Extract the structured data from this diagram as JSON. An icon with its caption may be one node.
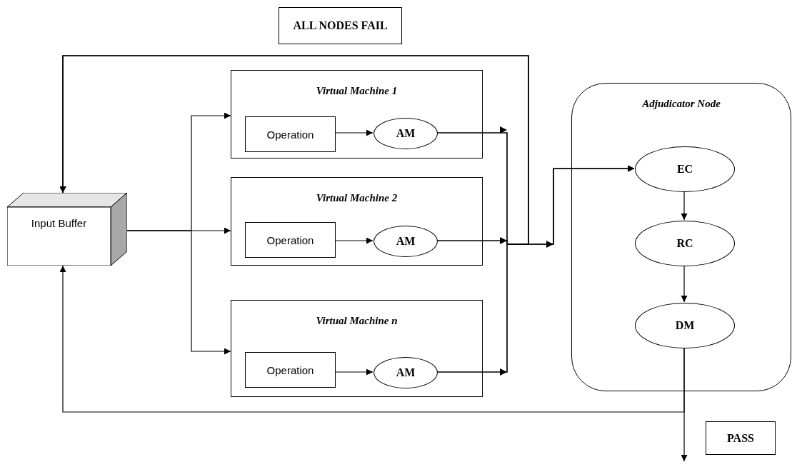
{
  "diagram": {
    "nodes": [
      {
        "text": [
          "Input Buffer"
        ]
      },
      {
        "text": [
          "Virtual Machine 1"
        ]
      },
      {
        "text": [
          "Operation"
        ],
        "in": 1
      },
      {
        "text": [
          "AM"
        ],
        "in": 1
      },
      {
        "text": [
          "Virtual Machine 2"
        ]
      },
      {
        "text": [
          "Operation"
        ],
        "in": 4
      },
      {
        "text": [
          "AM"
        ],
        "in": 4
      },
      {
        "text": [
          "Virtual Machine n"
        ]
      },
      {
        "text": [
          "Operation"
        ],
        "in": 7
      },
      {
        "text": [
          "AM"
        ],
        "in": 7
      },
      {
        "text": [
          "Adjudicator Node"
        ]
      },
      {
        "text": [
          "EC"
        ],
        "in": 10
      },
      {
        "text": [
          "RC"
        ],
        "in": 10
      },
      {
        "text": [
          "DM"
        ],
        "in": 10
      },
      {
        "text": [
          "ALL NODES FAIL"
        ]
      },
      {
        "text": [
          "PASS"
        ]
      }
    ],
    "edges": [
      {
        "from": 0,
        "to": 1,
        "arrow": "to"
      },
      {
        "from": 0,
        "to": 4,
        "arrow": "to"
      },
      {
        "from": 0,
        "to": 7,
        "arrow": "to"
      },
      {
        "from": 2,
        "to": 3,
        "arrow": "to"
      },
      {
        "from": 5,
        "to": 6,
        "arrow": "to"
      },
      {
        "from": 8,
        "to": 9,
        "arrow": "to"
      },
      {
        "from": 3,
        "to": 11,
        "arrow": "to"
      },
      {
        "from": 6,
        "to": 11,
        "arrow": "to"
      },
      {
        "from": 9,
        "to": 11,
        "arrow": "to"
      },
      {
        "from": 3,
        "to": 0,
        "arrow": "to"
      },
      {
        "from": 6,
        "to": 0,
        "arrow": "to"
      },
      {
        "from": 9,
        "to": 0,
        "arrow": "to"
      },
      {
        "from": 11,
        "to": 12,
        "arrow": "to"
      },
      {
        "from": 12,
        "to": 13,
        "arrow": "to"
      },
      {
        "from": 13,
        "to": 0,
        "arrow": "to"
      },
      {
        "from": 13,
        "to": null,
        "arrow": "to"
      }
    ]
  }
}
